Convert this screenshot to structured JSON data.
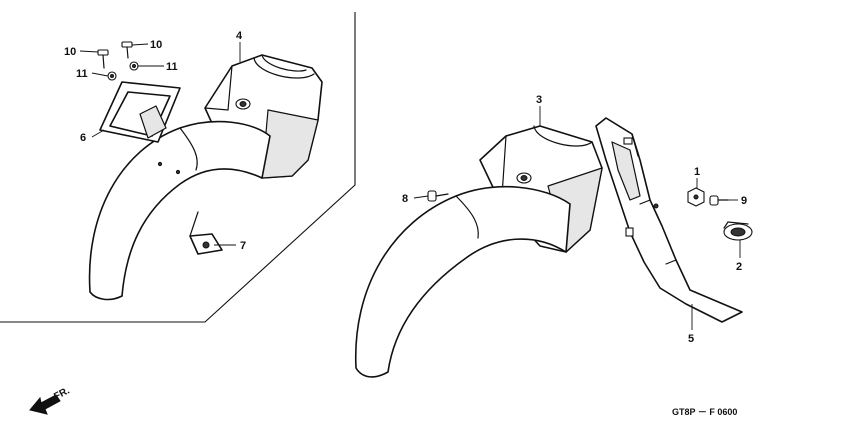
{
  "callouts": {
    "c1": "1",
    "c2": "2",
    "c3": "3",
    "c4": "4",
    "c5": "5",
    "c6": "6",
    "c7": "7",
    "c8": "8",
    "c9": "9",
    "c10a": "10",
    "c10b": "10",
    "c11a": "11",
    "c11b": "11"
  },
  "direction_marker": {
    "label": "FR.",
    "icon": "front-direction-arrow-icon"
  },
  "document_code": "GT8P － F 0600",
  "colors": {
    "line": "#111111",
    "background": "#ffffff",
    "shade": "#e6e6e6"
  }
}
